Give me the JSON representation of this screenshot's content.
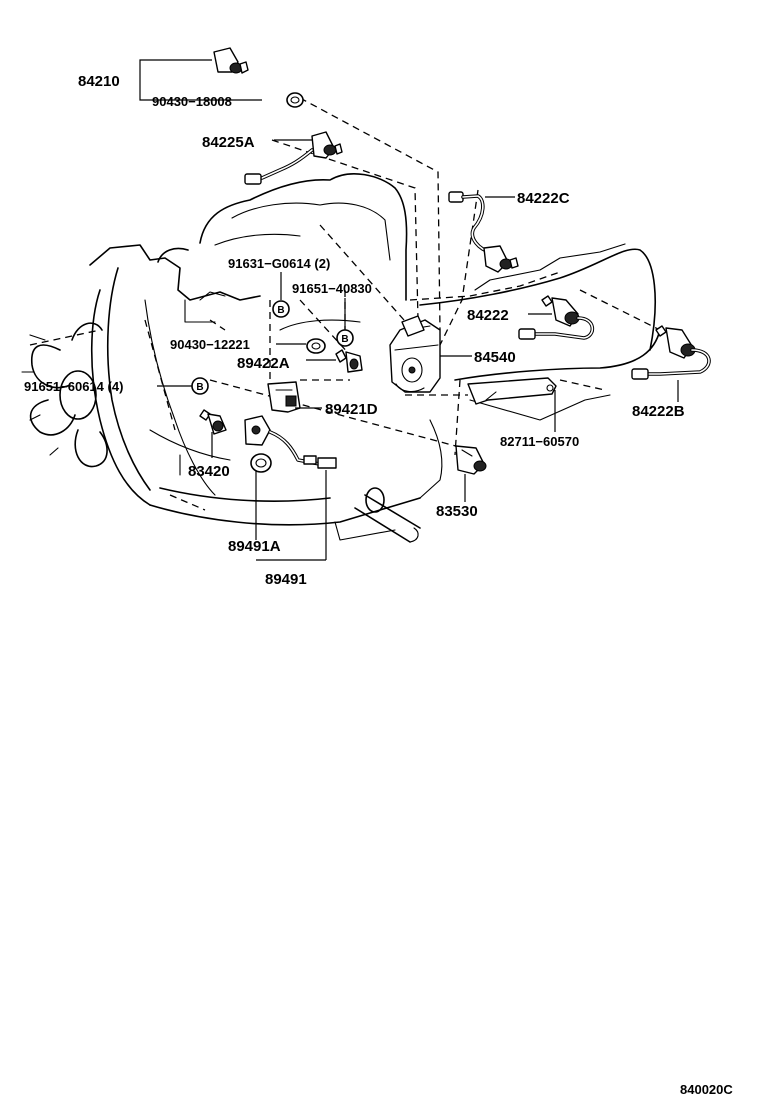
{
  "diagram": {
    "code": "840020C",
    "labels": {
      "p84210": "84210",
      "p90430_18008": "90430−18008",
      "p84225A": "84225A",
      "p84222C": "84222C",
      "p91631": "91631−G0614 (2)",
      "p91651_40830": "91651−40830",
      "p84222": "84222",
      "p90430_12221": "90430−12221",
      "p84540": "84540",
      "p89422A": "89422A",
      "p91651_60614": "91651−60614 (4)",
      "p89421D": "89421D",
      "p84222B": "84222B",
      "p82711": "82711−60570",
      "p83420": "83420",
      "p83530": "83530",
      "p89491A": "89491A",
      "p89491": "89491"
    },
    "bolt_marker": "B",
    "icons": [
      "transmission-outline",
      "engine-fan",
      "sensor",
      "wire-harness",
      "bolt-b-marker"
    ]
  }
}
